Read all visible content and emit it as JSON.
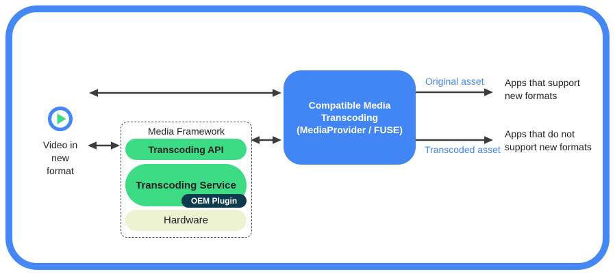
{
  "window": {
    "background": "#ffffff",
    "frame_color": "#4587f5"
  },
  "video_input": {
    "icon": "play-icon",
    "label": "Video in\nnew\nformat"
  },
  "media_framework": {
    "title": "Media Framework",
    "layers": {
      "api": "Transcoding API",
      "service": "Transcoding Service",
      "oem_plugin": "OEM Plugin",
      "hardware": "Hardware"
    },
    "colors": {
      "layer_green": "#3ddc84",
      "oem_navy": "#0e3a4d",
      "hardware_cream": "#edf3d1"
    }
  },
  "transcoder": {
    "label": "Compatible Media\nTranscoding\n(MediaProvider / FUSE)",
    "color": "#4285f4"
  },
  "outputs": {
    "original": {
      "asset_label": "Original asset",
      "destination": "Apps that support\nnew formats"
    },
    "transcoded": {
      "asset_label": "Transcoded asset",
      "destination": "Apps that do not\nsupport new formats"
    }
  },
  "arrow_color": "#3c3c3c",
  "asset_label_color": "#4285f4"
}
